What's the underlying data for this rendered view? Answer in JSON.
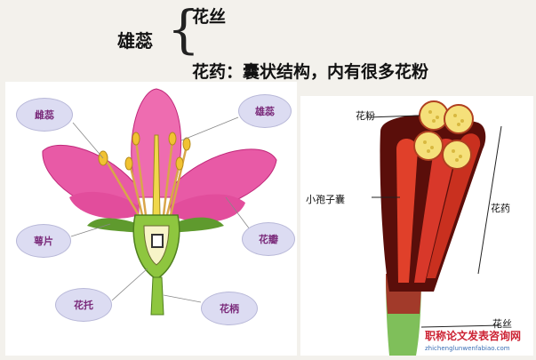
{
  "header": {
    "term": "雄蕊",
    "part_filament": "花丝",
    "part_anther": "花药：囊状结构，内有很多花粉"
  },
  "flower": {
    "labels": {
      "pistil": "雌蕊",
      "stamen": "雄蕊",
      "sepal": "萼片",
      "petal": "花瓣",
      "receptacle": "花托",
      "pedicel": "花柄"
    }
  },
  "stamen": {
    "labels": {
      "pollen": "花粉",
      "microsporangium": "小孢子囊",
      "anther": "花药",
      "filament": "花丝"
    }
  },
  "watermark": {
    "site": "职称论文发表咨询网",
    "url": "zhichenglunwenfabiao.com"
  }
}
